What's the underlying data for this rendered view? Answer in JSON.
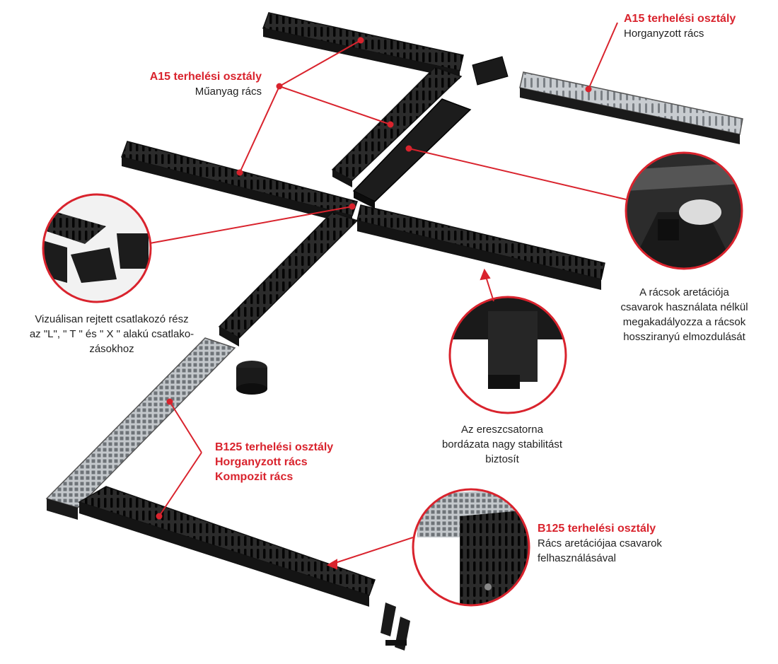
{
  "colors": {
    "accent": "#d9232d",
    "channel": "#1a1a1a",
    "galvanized": "#b8bcc0"
  },
  "callouts": {
    "a15_galvanized": {
      "title": "A15 terhelési osztály",
      "subtitle": "Horganyzott rács"
    },
    "a15_plastic": {
      "title": "A15 terhelési osztály",
      "subtitle": "Műanyag rács"
    },
    "hidden_connector": {
      "lines": [
        "Vizuálisan rejtett csatlakozó rész",
        "az \"L\", \" T \" és \" X \" alakú csatlako-",
        "zásokhoz"
      ]
    },
    "grate_lock": {
      "lines": [
        "A rácsok aretációja",
        "csavarok használata nélkül",
        "megakadályozza a rácsok",
        "hossziranyú elmozdulását"
      ]
    },
    "ribbing": {
      "lines": [
        "Az ereszcsatorna",
        "bordázata nagy stabilitást",
        "biztosít"
      ]
    },
    "b125_left": {
      "lines": [
        "B125 terhelési osztály",
        "Horganyzott rács",
        "Kompozit rács"
      ]
    },
    "b125_right": {
      "title": "B125 terhelési osztály",
      "lines": [
        "Rács aretációjaa csavarok",
        "felhasználásával"
      ]
    }
  }
}
